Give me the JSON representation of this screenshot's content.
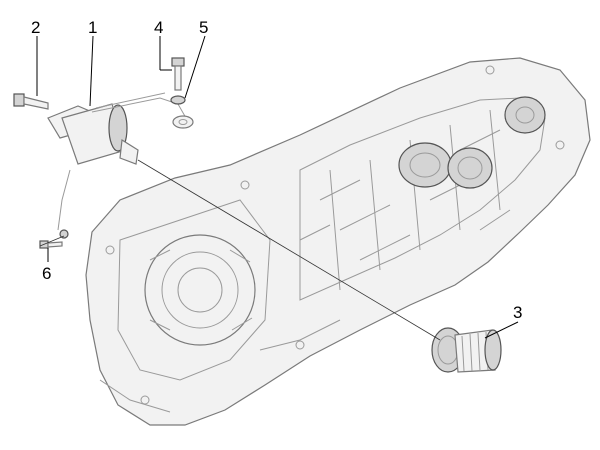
{
  "diagram": {
    "callouts": [
      {
        "id": "c1",
        "label": "1"
      },
      {
        "id": "c2",
        "label": "2"
      },
      {
        "id": "c3",
        "label": "3"
      },
      {
        "id": "c4",
        "label": "4"
      },
      {
        "id": "c5",
        "label": "5"
      },
      {
        "id": "c6",
        "label": "6"
      }
    ]
  },
  "colors": {
    "line": "#7a7a7a",
    "fill": "#f2f2f2",
    "text": "#000000",
    "background": "#ffffff"
  }
}
